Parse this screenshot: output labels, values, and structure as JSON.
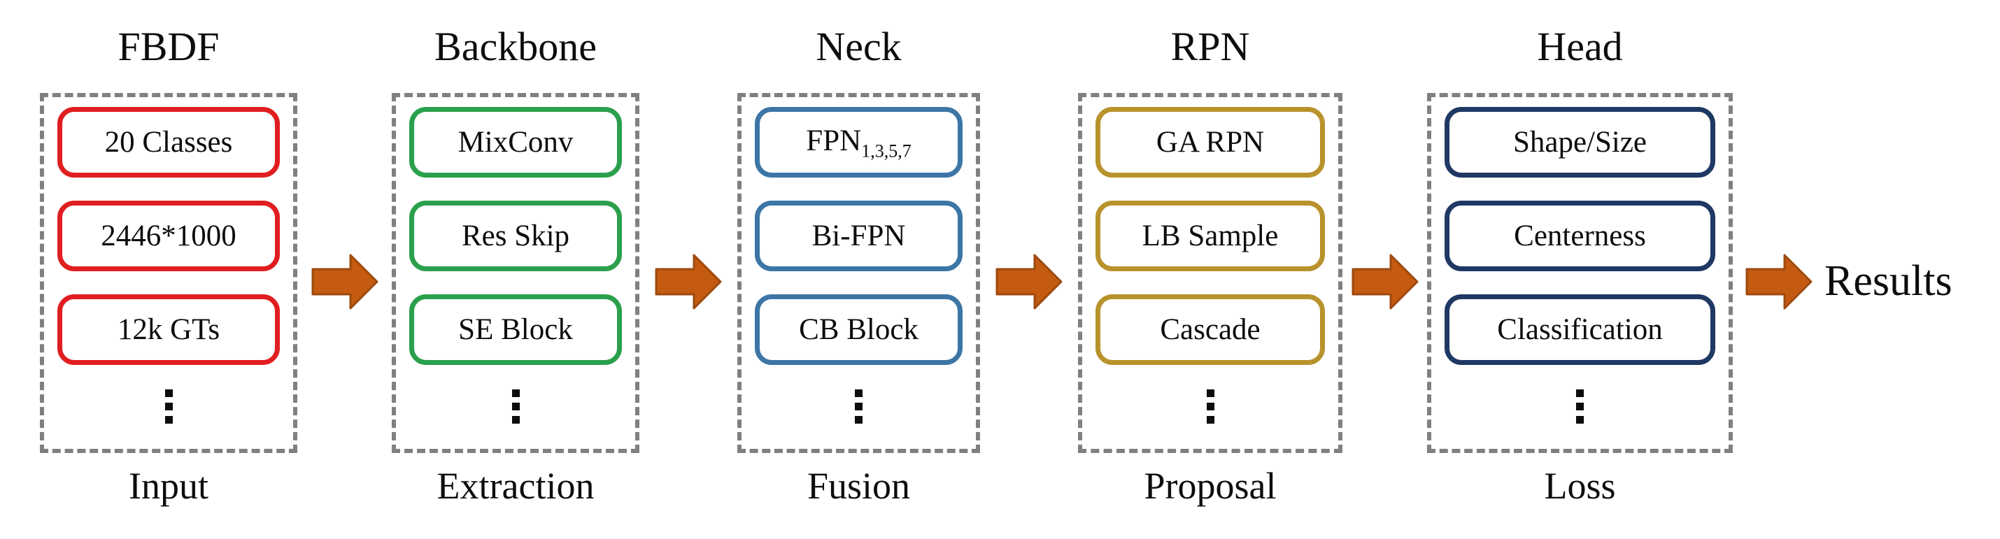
{
  "diagram": {
    "results_label": "Results",
    "ellipsis_glyph": "⋮",
    "colors": {
      "arrow_fill": "#C55A11",
      "arrow_edge": "#9C4A10",
      "dashed_border": "#808080",
      "text": "#0D0D0D",
      "background": "#FFFFFF"
    },
    "stages": [
      {
        "title": "FBDF",
        "label": "Input",
        "color": "#E01E20",
        "items": [
          {
            "label": "20 Classes",
            "sub": ""
          },
          {
            "label": "2446*1000",
            "sub": ""
          },
          {
            "label": "12k GTs",
            "sub": ""
          }
        ]
      },
      {
        "title": "Backbone",
        "label": "Extraction",
        "color": "#2BA04C",
        "items": [
          {
            "label": "MixConv",
            "sub": ""
          },
          {
            "label": "Res Skip",
            "sub": ""
          },
          {
            "label": "SE Block",
            "sub": ""
          }
        ]
      },
      {
        "title": "Neck",
        "label": "Fusion",
        "color": "#3C76A6",
        "items": [
          {
            "label": "FPN",
            "sub": "1,3,5,7"
          },
          {
            "label": "Bi-FPN",
            "sub": ""
          },
          {
            "label": "CB Block",
            "sub": ""
          }
        ]
      },
      {
        "title": "RPN",
        "label": "Proposal",
        "color": "#B8922B",
        "items": [
          {
            "label": "GA RPN",
            "sub": ""
          },
          {
            "label": "LB Sample",
            "sub": ""
          },
          {
            "label": "Cascade",
            "sub": ""
          }
        ]
      },
      {
        "title": "Head",
        "label": "Loss",
        "color": "#1F3864",
        "items": [
          {
            "label": "Shape/Size",
            "sub": ""
          },
          {
            "label": "Centerness",
            "sub": ""
          },
          {
            "label": "Classification",
            "sub": ""
          }
        ]
      }
    ]
  }
}
